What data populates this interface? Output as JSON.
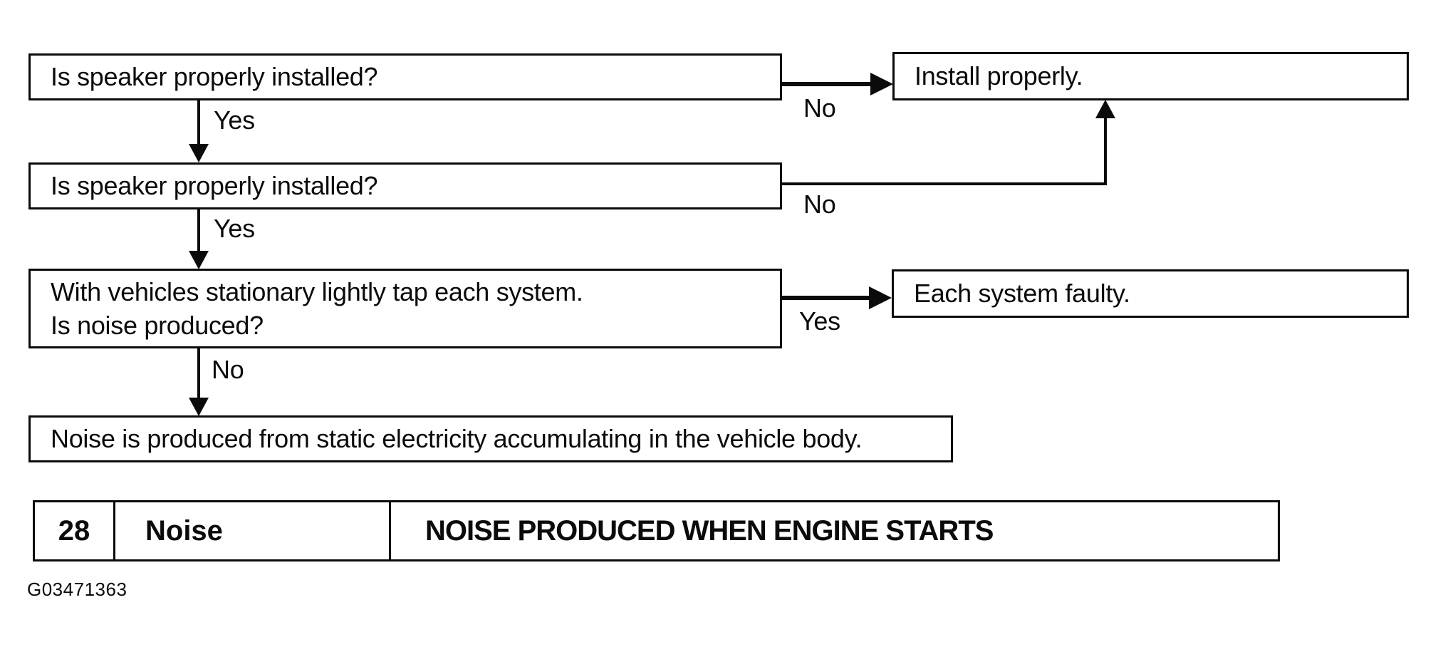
{
  "flowchart": {
    "q1": {
      "text": "Is speaker properly installed?",
      "yes_label": "Yes",
      "no_label": "No"
    },
    "install": {
      "text": "Install properly."
    },
    "q2": {
      "text": "Is speaker properly installed?",
      "yes_label": "Yes",
      "no_label": "No"
    },
    "q3": {
      "line1": "With vehicles stationary lightly tap each system.",
      "line2": "Is noise produced?",
      "yes_label": "Yes",
      "no_label": "No"
    },
    "faulty": {
      "text": "Each system faulty."
    },
    "static": {
      "text": "Noise is produced from static electricity accumulating in the vehicle body."
    }
  },
  "index_table": {
    "number": "28",
    "category": "Noise",
    "heading": "NOISE PRODUCED WHEN ENGINE STARTS"
  },
  "figure_code": "G03471363",
  "colors": {
    "ink": "#0b0b0b",
    "paper": "#ffffff"
  }
}
